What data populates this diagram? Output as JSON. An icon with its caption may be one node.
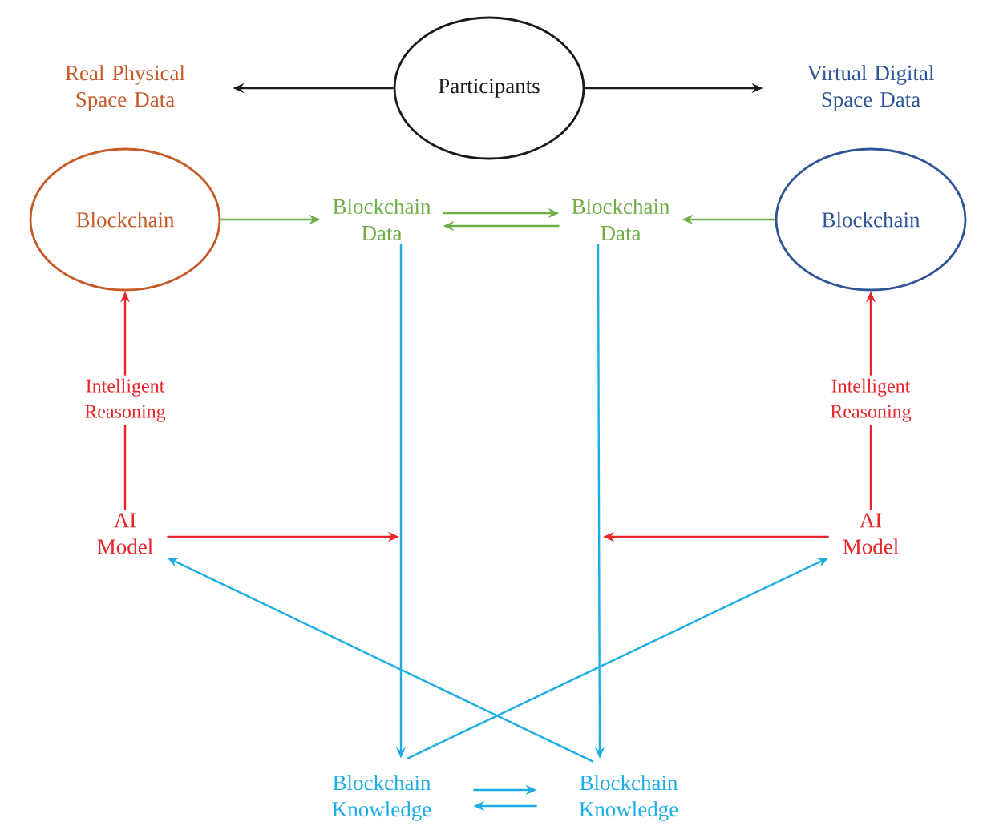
{
  "diagram": {
    "nodes": [
      {
        "text": [
          "Participants"
        ]
      },
      {
        "text": [
          "Real Physical Space Data"
        ]
      },
      {
        "text": [
          "Virtual Digital Space Data"
        ]
      },
      {
        "text": [
          "Blockchain"
        ]
      },
      {
        "text": [
          "Blockchain Data"
        ]
      },
      {
        "text": [
          "Blockchain Data"
        ]
      },
      {
        "text": [
          "Blockchain"
        ]
      },
      {
        "text": [
          "AI Model"
        ]
      },
      {
        "text": [
          "AI Model"
        ]
      },
      {
        "text": [
          "Blockchain Knowledge"
        ]
      },
      {
        "text": [
          "Blockchain Knowledge"
        ]
      }
    ],
    "edges": [
      {
        "from": 0,
        "to": 1,
        "arrow": "to",
        "color": "#1a1a1a"
      },
      {
        "from": 0,
        "to": 2,
        "arrow": "to",
        "color": "#1a1a1a"
      },
      {
        "from": 3,
        "to": 4,
        "arrow": "to",
        "color": "#70ad47"
      },
      {
        "from": 6,
        "to": 5,
        "arrow": "to",
        "color": "#70ad47"
      },
      {
        "from": 4,
        "to": 5,
        "arrow": "to",
        "color": "#70ad47"
      },
      {
        "from": 5,
        "to": 4,
        "arrow": "to",
        "color": "#70ad47"
      },
      {
        "from": 7,
        "to": 3,
        "arrow": "to",
        "label": "Intelligent Reasoning",
        "color": "#e8262a"
      },
      {
        "from": 8,
        "to": 6,
        "arrow": "to",
        "label": "Intelligent Reasoning",
        "color": "#e8262a"
      },
      {
        "from": 7,
        "to": null,
        "arrow": "to",
        "color": "#e8262a"
      },
      {
        "from": 8,
        "to": null,
        "arrow": "to",
        "color": "#e8262a"
      },
      {
        "from": 4,
        "to": 9,
        "arrow": "to",
        "color": "#1cade4"
      },
      {
        "from": 5,
        "to": 10,
        "arrow": "to",
        "color": "#1cade4"
      },
      {
        "from": 9,
        "to": 8,
        "arrow": "to",
        "color": "#1cade4"
      },
      {
        "from": 10,
        "to": 7,
        "arrow": "to",
        "color": "#1cade4"
      },
      {
        "from": 9,
        "to": 10,
        "arrow": "to",
        "color": "#1cade4"
      },
      {
        "from": 10,
        "to": 9,
        "arrow": "to",
        "color": "#1cade4"
      }
    ]
  }
}
